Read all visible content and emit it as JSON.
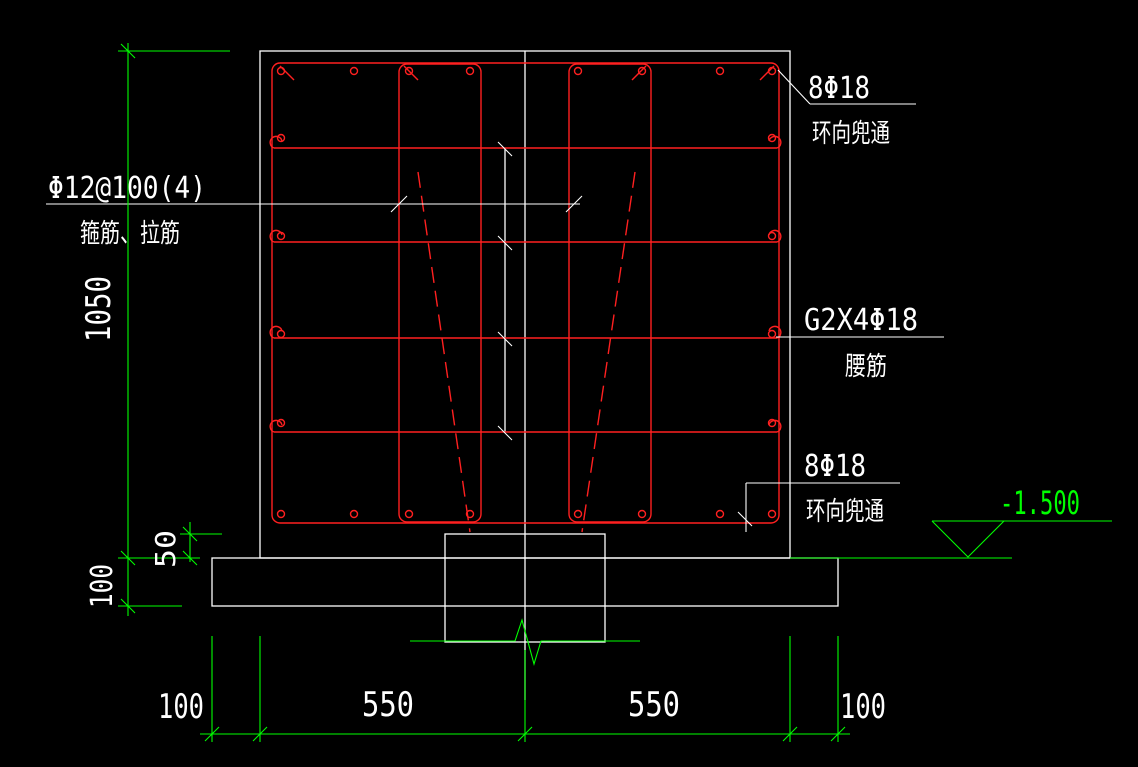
{
  "colors": {
    "background": "#000000",
    "concrete": "#ffffff",
    "rebar": "#ff2020",
    "dimension": "#00ff00",
    "text": "#ffffff"
  },
  "annotations": {
    "stirrup_spec": "Φ12@100(4)",
    "stirrup_desc": "箍筋、拉筋",
    "top_bar_spec": "8Φ18",
    "top_bar_desc": "环向兜通",
    "side_bar_spec": "G2X4Φ18",
    "side_bar_desc": "腰筋",
    "bottom_bar_spec": "8Φ18",
    "bottom_bar_desc": "环向兜通",
    "elevation": "-1.500"
  },
  "dimensions": {
    "height_main": "1050",
    "height_cover": "50",
    "height_base": "100",
    "width_left_edge": "100",
    "width_left": "550",
    "width_right": "550",
    "width_right_edge": "100"
  }
}
